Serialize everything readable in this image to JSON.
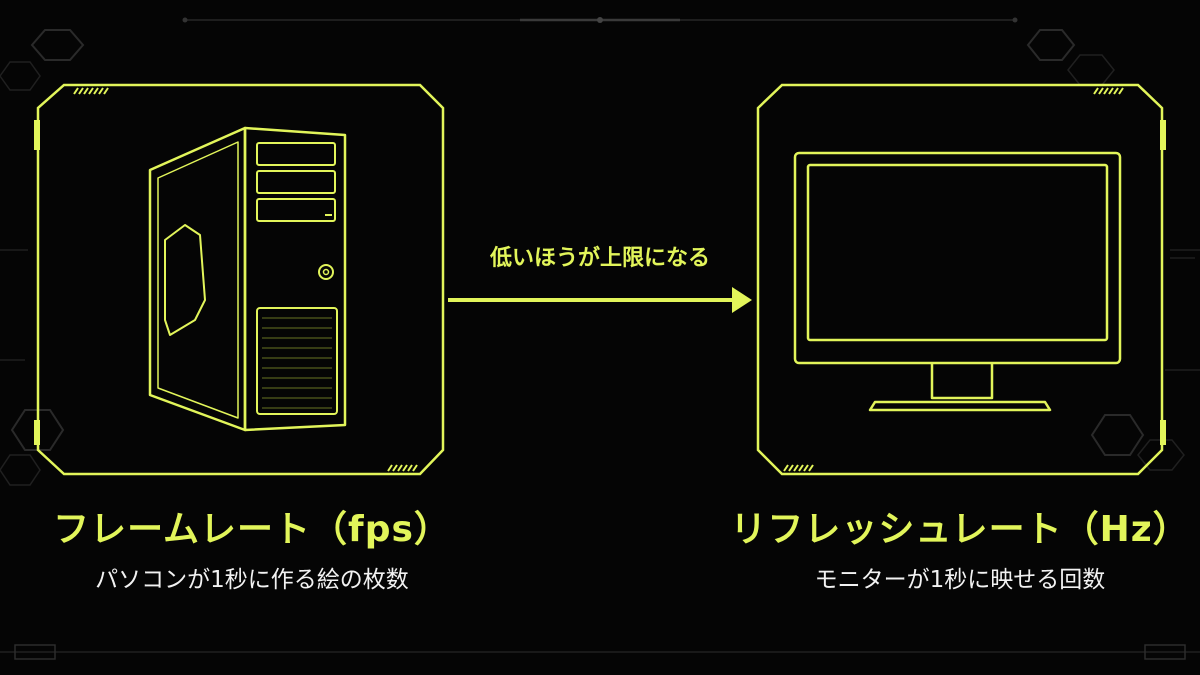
{
  "colors": {
    "accent": "#e2f55a",
    "background": "#050505",
    "text": "#f2f2f2",
    "dim": "#2a2a2a"
  },
  "left_panel": {
    "icon": "pc-tower-icon",
    "title": "フレームレート（fps）",
    "subtitle": "パソコンが1秒に作る絵の枚数"
  },
  "right_panel": {
    "icon": "monitor-icon",
    "title": "リフレッシュレート（Hz）",
    "subtitle": "モニターが1秒に映せる回数"
  },
  "arrow": {
    "label": "低いほうが上限になる"
  }
}
